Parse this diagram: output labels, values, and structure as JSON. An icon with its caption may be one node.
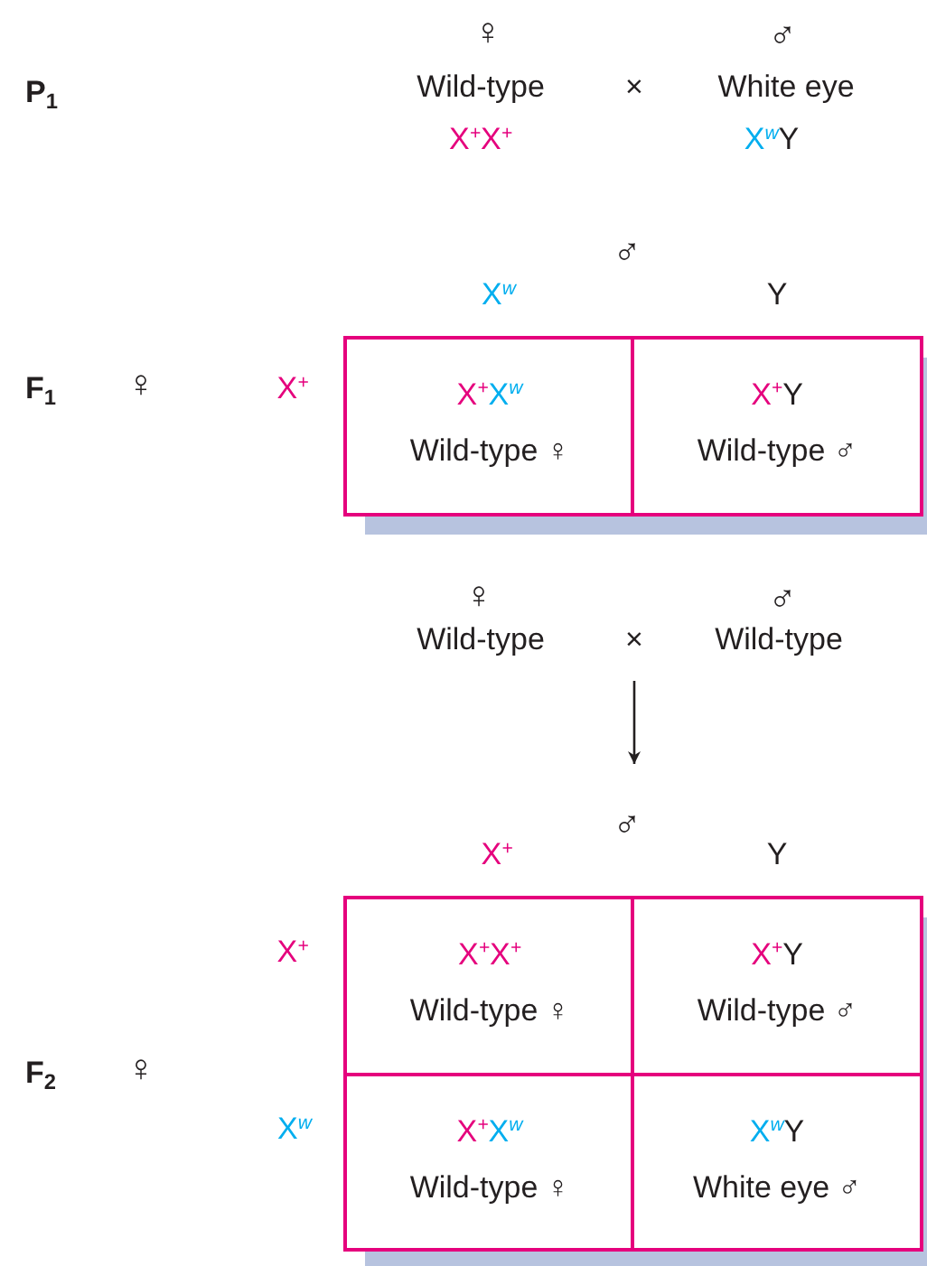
{
  "diagram": {
    "nodes": [
      {
        "text": [
          "X$^{+}$X$^{w}$",
          "Wild-type ♀"
        ]
      },
      {
        "text": [
          "X$^{+}$Y",
          "Wild-type ♂"
        ]
      },
      {
        "text": [
          "X$^{+}$X$^{+}$",
          "Wild-type ♀"
        ]
      },
      {
        "text": [
          "X$^{+}$Y",
          "Wild-type ♂"
        ]
      },
      {
        "text": [
          "X$^{+}$X$^{w}$",
          "Wild-type ♀"
        ]
      },
      {
        "text": [
          "X$^{w}$Y",
          "White eye ♂"
        ]
      }
    ],
    "labels": [
      "♀",
      "♂",
      "P$_{1}$",
      "Wild-type",
      "×",
      "White eye",
      "X$^{+}$X$^{+}$",
      "X$^{w}$Y",
      "♂",
      "X$^{w}$",
      "Y",
      "F$_{1}$",
      "♀",
      "X$^{+}$",
      "♀",
      "♂",
      "Wild-type",
      "×",
      "Wild-type",
      "♂",
      "X$^{+}$",
      "Y",
      "X$^{+}$",
      "F$_{2}$",
      "♀",
      "X$^{w}$"
    ]
  }
}
